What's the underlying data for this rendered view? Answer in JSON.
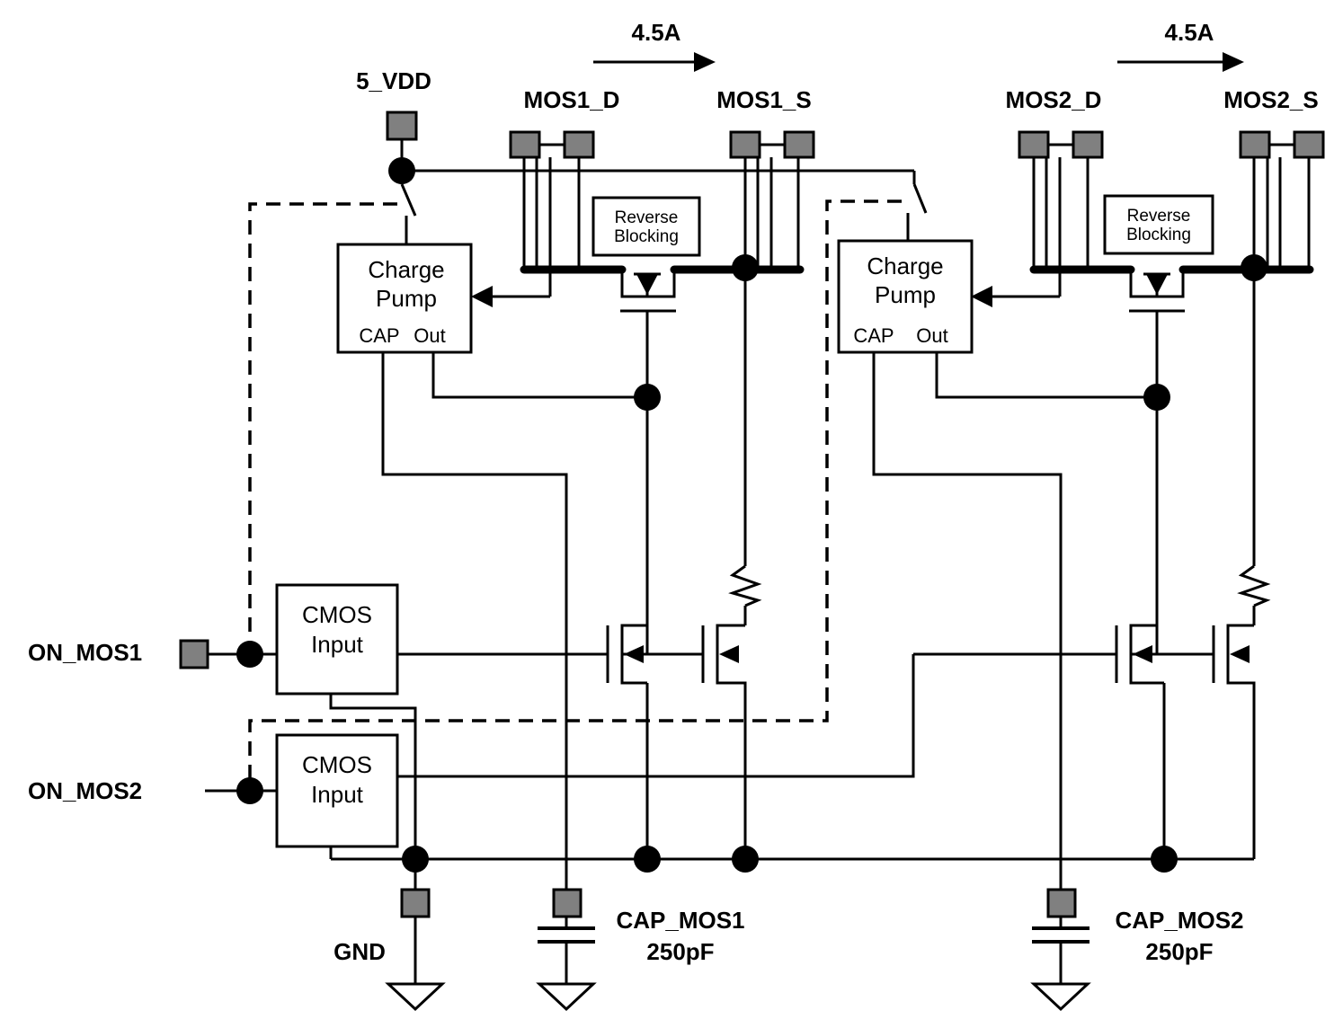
{
  "labels": {
    "vdd": "5_VDD",
    "current_1": "4.5A",
    "current_2": "4.5A",
    "mos1_d": "MOS1_D",
    "mos1_s": "MOS1_S",
    "mos2_d": "MOS2_D",
    "mos2_s": "MOS2_S",
    "on_mos1": "ON_MOS1",
    "on_mos2": "ON_MOS2",
    "gnd": "GND",
    "cap_mos1": "CAP_MOS1",
    "cap_mos1_value": "250pF",
    "cap_mos2": "CAP_MOS2",
    "cap_mos2_value": "250pF"
  },
  "blocks": {
    "charge_pump_1": {
      "line1": "Charge",
      "line2": "Pump",
      "cap": "CAP",
      "out": "Out"
    },
    "charge_pump_2": {
      "line1": "Charge",
      "line2": "Pump",
      "cap": "CAP",
      "out": "Out"
    },
    "reverse_blocking_1": {
      "line1": "Reverse",
      "line2": "Blocking"
    },
    "reverse_blocking_2": {
      "line1": "Reverse",
      "line2": "Blocking"
    },
    "cmos_input_1": {
      "line1": "CMOS",
      "line2": "Input"
    },
    "cmos_input_2": {
      "line1": "CMOS",
      "line2": "Input"
    }
  },
  "colors": {
    "pad": "#808080",
    "wire": "#000000",
    "background": "#ffffff"
  }
}
